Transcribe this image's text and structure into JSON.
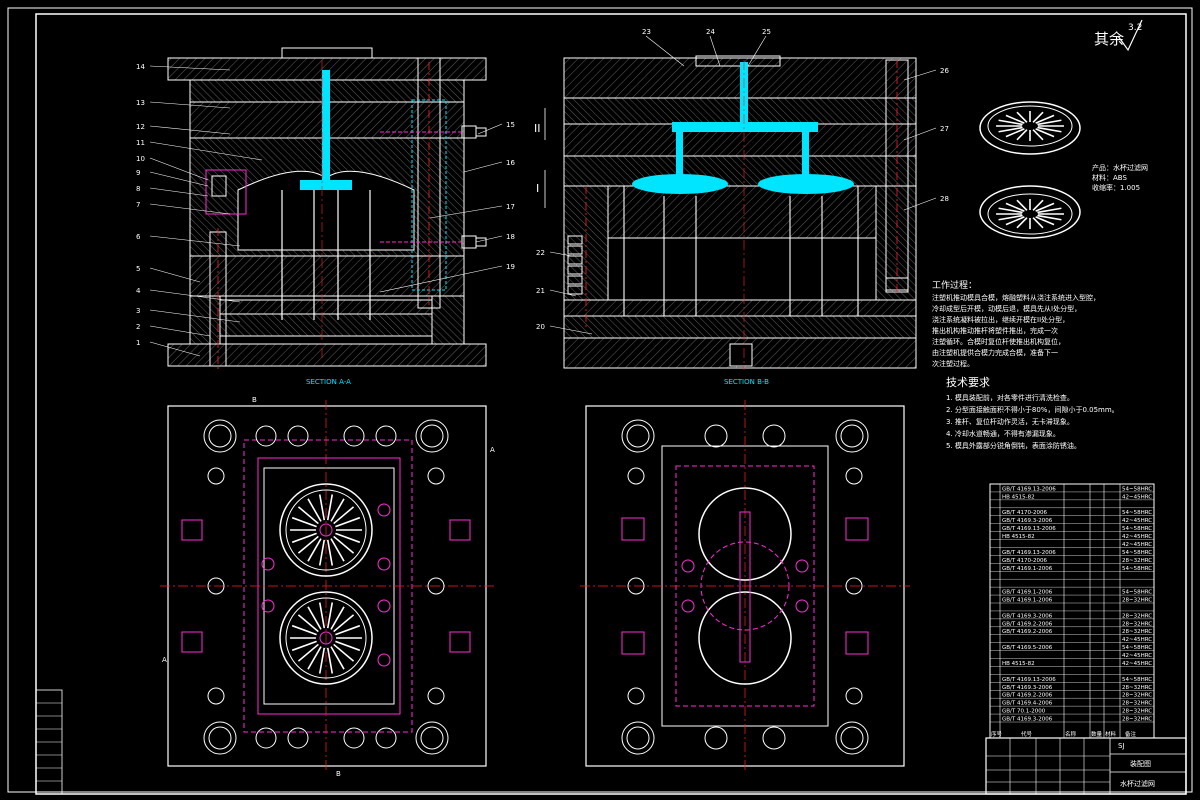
{
  "title_block": {
    "roughness_label": "其余",
    "roughness_value": "3.2",
    "drawing_code": "SJ",
    "drawing_name": "装配图",
    "product_name": "水杯过滤网"
  },
  "section_labels": {
    "a": "SECTION A-A",
    "b": "SECTION B-B"
  },
  "left_callouts": [
    "14",
    "13",
    "12",
    "11",
    "10",
    "9",
    "8",
    "7",
    "6",
    "5",
    "4",
    "3",
    "2",
    "1"
  ],
  "left_right_callouts": [
    "15",
    "16",
    "17",
    "18",
    "19"
  ],
  "right_top_callouts": [
    "23",
    "24",
    "25"
  ],
  "right_side_callouts": [
    "26",
    "27",
    "28"
  ],
  "right_left_callouts": [
    "22",
    "21",
    "20"
  ],
  "parting_marks": [
    "II",
    "I"
  ],
  "section_arrows": [
    "B",
    "A",
    "A",
    "B"
  ],
  "product_info": {
    "name": "产品：水杯过滤网",
    "material": "材料：ABS",
    "shrinkage": "收缩率：1.005"
  },
  "work_process": {
    "heading": "工作过程：",
    "lines": [
      "注塑机推动模具合模，熔融塑料从浇注系统进入型腔，",
      "冷却成型后开模，动模后退，模具先从I处分型，",
      "浇注系统凝料被拉出，继续开模在II处分型，",
      "推出机构推动推杆将塑件推出，完成一次",
      "注塑循环。合模时复位杆使推出机构复位，",
      "由注塑机提供合模力完成合模，准备下一",
      "次注塑过程。"
    ]
  },
  "tech_requirements": {
    "heading": "技术要求",
    "lines": [
      "1. 模具装配前，对各零件进行清洗检查。",
      "2. 分型面接触面积不得小于80%，间隙小于0.05mm。",
      "3. 推杆、复位杆动作灵活，无卡滞现象。",
      "4. 冷却水道畅通，不得有渗漏现象。",
      "5. 模具外露部分锐角倒钝，表面涂防锈油。"
    ]
  },
  "parts_list": [
    {
      "std": "GB/T 4169.13-2006",
      "hrc": "54~58HRC"
    },
    {
      "std": "HB 4515-82",
      "hrc": "42~45HRC"
    },
    {
      "std": "",
      "hrc": ""
    },
    {
      "std": "GB/T 4170-2006",
      "hrc": "54~58HRC"
    },
    {
      "std": "GB/T 4169.3-2006",
      "hrc": "42~45HRC"
    },
    {
      "std": "GB/T 4169.13-2006",
      "hrc": "54~58HRC"
    },
    {
      "std": "HB 4515-82",
      "hrc": "42~45HRC"
    },
    {
      "std": "",
      "hrc": "42~45HRC"
    },
    {
      "std": "GB/T 4169.13-2006",
      "hrc": "54~58HRC"
    },
    {
      "std": "GB/T 4170-2006",
      "hrc": "28~32HRC"
    },
    {
      "std": "GB/T 4169.1-2006",
      "hrc": "54~58HRC"
    },
    {
      "std": "",
      "hrc": ""
    },
    {
      "std": "",
      "hrc": ""
    },
    {
      "std": "GB/T 4169.1-2006",
      "hrc": "54~58HRC"
    },
    {
      "std": "GB/T 4169.1-2006",
      "hrc": "28~32HRC"
    },
    {
      "std": "",
      "hrc": ""
    },
    {
      "std": "GB/T 4169.3-2006",
      "hrc": "28~32HRC"
    },
    {
      "std": "GB/T 4169.2-2006",
      "hrc": "28~32HRC"
    },
    {
      "std": "GB/T 4169.2-2006",
      "hrc": "28~32HRC"
    },
    {
      "std": "",
      "hrc": "42~45HRC"
    },
    {
      "std": "GB/T 4169.5-2006",
      "hrc": "54~58HRC"
    },
    {
      "std": "",
      "hrc": "42~45HRC"
    },
    {
      "std": "HB 4515-82",
      "hrc": "42~45HRC"
    },
    {
      "std": "",
      "hrc": ""
    },
    {
      "std": "GB/T 4169.13-2006",
      "hrc": "54~58HRC"
    },
    {
      "std": "GB/T 4169.3-2006",
      "hrc": "28~32HRC"
    },
    {
      "std": "GB/T 4169.2-2006",
      "hrc": "28~32HRC"
    },
    {
      "std": "GB/T 4169.4-2006",
      "hrc": "28~32HRC"
    },
    {
      "std": "GB/T 70.1-2000",
      "hrc": "28~32HRC"
    },
    {
      "std": "GB/T 4169.3-2006",
      "hrc": "28~32HRC"
    }
  ],
  "parts_header": [
    "序号",
    "代号",
    "名称",
    "数量",
    "材料",
    "备注"
  ],
  "colors": {
    "line": "#ffffff",
    "cyan": "#00e5ff",
    "magenta": "#ff2bd6",
    "red": "#ff2020",
    "background": "#000000"
  }
}
